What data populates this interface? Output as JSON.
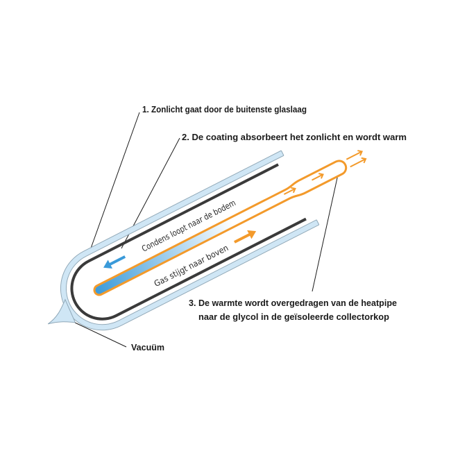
{
  "labels": {
    "step1": "1. Zonlicht gaat door de buitenste glaslaag",
    "step2": "2. De coating absorbeert het zonlicht en wordt warm",
    "step3_line1": "3. De warmte wordt overgedragen van de heatpipe",
    "step3_line2": "naar de glycol in de geïsoleerde collectorkop",
    "vacuum": "Vacuüm"
  },
  "tube_text": {
    "condensate": "Condens loopt naar de bodem",
    "gas": "Gas stijgt naar boven"
  },
  "colors": {
    "glass": "#cfe6f5",
    "absorber": "#3a3a3a",
    "heatpipe": "#f39a2b",
    "cold": "#3a9ad9"
  },
  "icons": [
    "arrow-left-blue-icon",
    "arrow-right-orange-icon",
    "heat-out-arrow-icon"
  ]
}
